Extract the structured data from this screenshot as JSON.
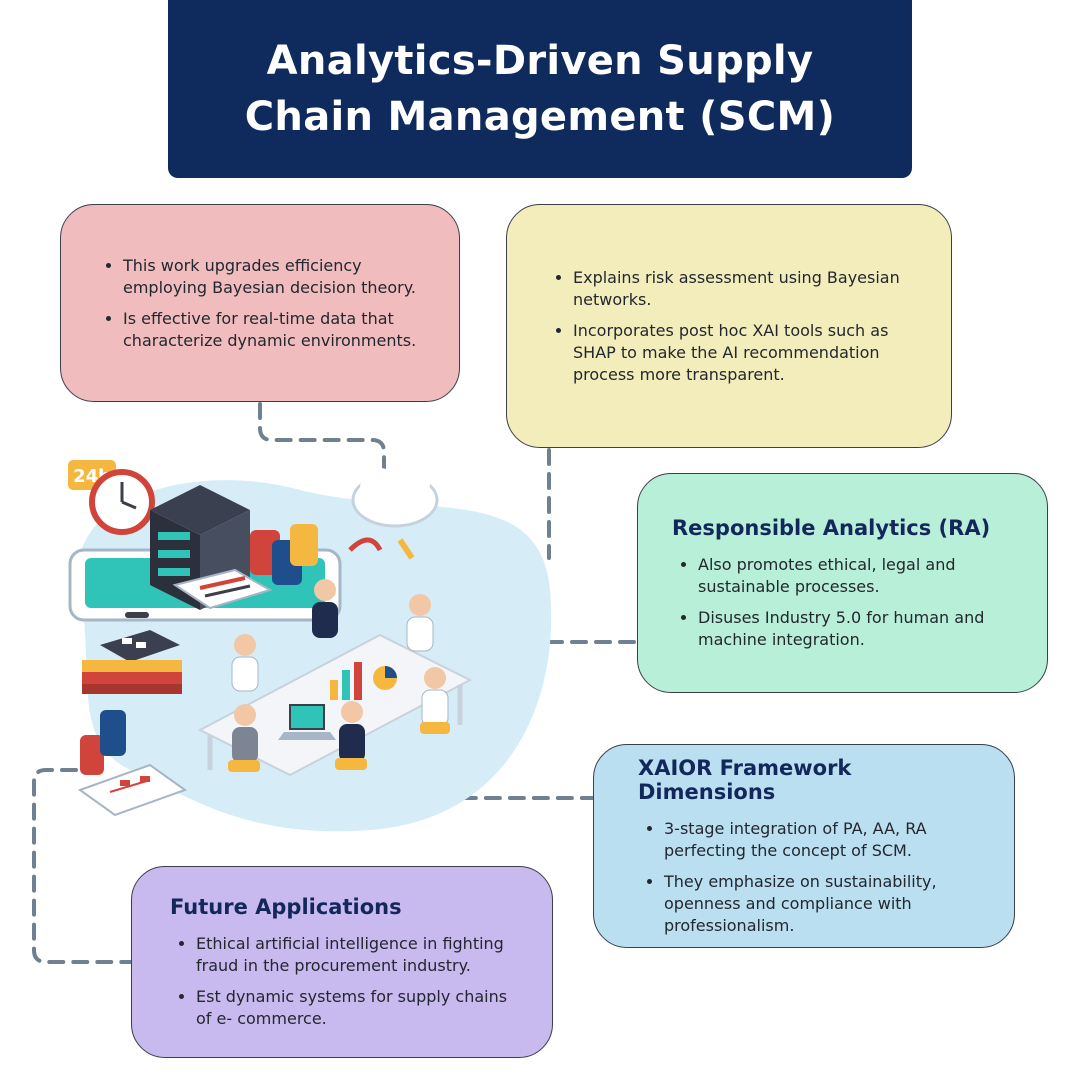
{
  "title": "Analytics-Driven Supply Chain Management (SCM)",
  "cards": [
    {
      "heading": "",
      "bullets": [
        "This work upgrades efficiency employing Bayesian decision theory.",
        "Is effective for real-time data that characterize dynamic environments."
      ]
    },
    {
      "heading": "",
      "bullets": [
        "Explains risk assessment using Bayesian networks.",
        "Incorporates post hoc XAI tools such as SHAP to make the AI recommendation process more transparent."
      ]
    },
    {
      "heading": "Responsible Analytics (RA)",
      "bullets": [
        "Also promotes ethical, legal and sustainable processes.",
        "Disuses Industry 5.0 for human and machine integration."
      ]
    },
    {
      "heading": "XAIOR Framework Dimensions",
      "bullets": [
        "3-stage integration of PA, AA, RA perfecting the concept of SCM.",
        "They emphasize on sustainability, openness and compliance with professionalism."
      ]
    },
    {
      "heading": "Future Applications",
      "bullets": [
        "Ethical artificial intelligence in fighting fraud in the procurement industry.",
        "Est dynamic systems for supply chains of e- commerce."
      ]
    }
  ],
  "illustration": {
    "clock_badge": "24h",
    "icons": [
      "clock-icon",
      "server-icon",
      "cloud-icon",
      "database-icon",
      "calculator-icon",
      "books-icon",
      "flowchart-icon",
      "laptop-icon"
    ]
  },
  "colors": {
    "title_bg": "#0f2a5c",
    "card_pink": "#f0bcbd",
    "card_yellow": "#f3edbb",
    "card_green": "#b8efd8",
    "card_blue": "#b9dff1",
    "card_purple": "#c8b9ef",
    "connector": "#6f8091"
  }
}
